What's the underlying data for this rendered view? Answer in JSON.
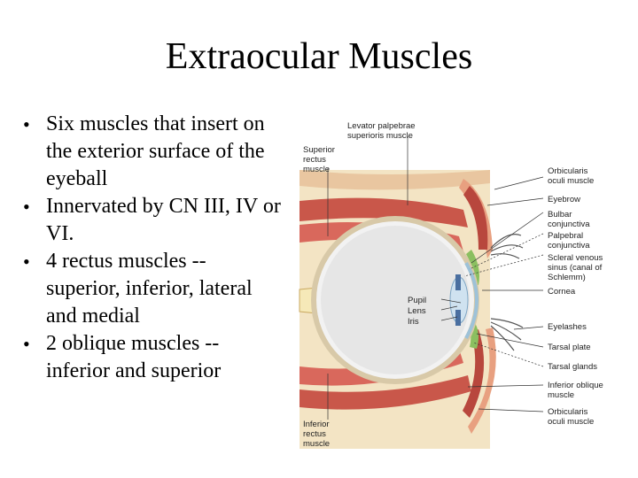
{
  "slide": {
    "title": "Extraocular Muscles",
    "bullets": [
      "Six muscles that insert on the exterior surface of the eyeball",
      "Innervated by CN III, IV or VI.",
      "4 rectus muscles -- superior, inferior, lateral and medial",
      "2 oblique muscles -- inferior and superior"
    ]
  },
  "figure": {
    "labels": {
      "levator_line1": "Levator palpebrae",
      "levator_line2": "superioris muscle",
      "superior_rectus_line1": "Superior",
      "superior_rectus_line2": "rectus",
      "superior_rectus_line3": "muscle",
      "orbicularis_top_line1": "Orbicularis",
      "orbicularis_top_line2": "oculi muscle",
      "eyebrow": "Eyebrow",
      "bulbar_line1": "Bulbar",
      "bulbar_line2": "conjunctiva",
      "palpebral_line1": "Palpebral",
      "palpebral_line2": "conjunctiva",
      "scleral_line1": "Scleral venous",
      "scleral_line2": "sinus (canal of",
      "scleral_line3": "Schlemm)",
      "cornea": "Cornea",
      "pupil": "Pupil",
      "lens": "Lens",
      "iris": "Iris",
      "eyelashes": "Eyelashes",
      "tarsal_plate": "Tarsal plate",
      "tarsal_glands": "Tarsal glands",
      "inferior_oblique_line1": "Inferior oblique",
      "inferior_oblique_line2": "muscle",
      "orbicularis_bottom_line1": "Orbicularis",
      "orbicularis_bottom_line2": "oculi muscle",
      "inferior_rectus_line1": "Inferior",
      "inferior_rectus_line2": "rectus",
      "inferior_rectus_line3": "muscle"
    }
  }
}
